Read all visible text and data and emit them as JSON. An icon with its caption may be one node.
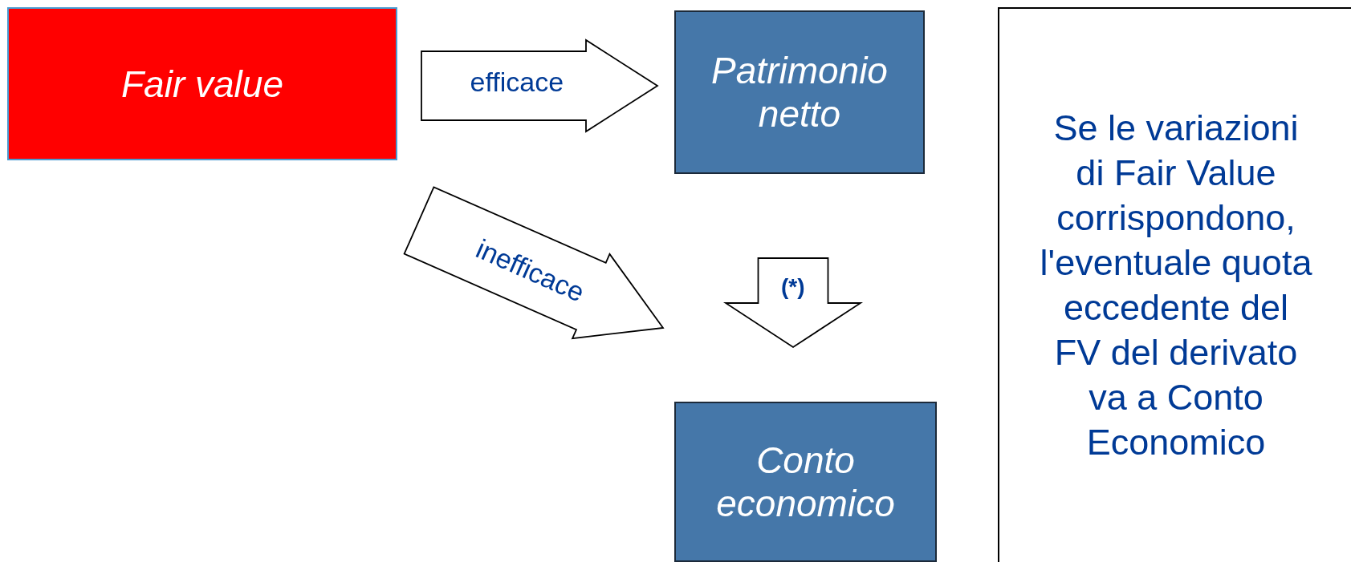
{
  "diagram": {
    "nodes": [
      {
        "text": [
          "Fair value"
        ]
      },
      {
        "text": [
          "Patrimonio netto"
        ]
      },
      {
        "text": [
          "Conto economico"
        ]
      },
      {
        "text": [
          "Se le variazioni di Fair Value corrispondono, l'eventuale quota eccedente del FV del derivato va a Conto Economico"
        ]
      }
    ],
    "edges": [
      {
        "from": 0,
        "to": 1,
        "arrow": "to",
        "label": "efficace"
      },
      {
        "from": 0,
        "to": 2,
        "arrow": "to",
        "label": "inefficace"
      },
      {
        "from": 1,
        "to": 2,
        "arrow": "to",
        "label": "(*)"
      }
    ]
  }
}
